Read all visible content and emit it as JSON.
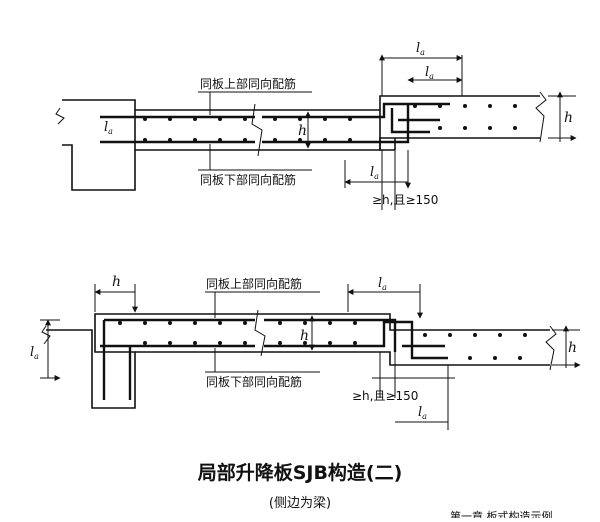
{
  "title": "局部升降板SJB构造(二)",
  "subtitle": "(侧边为梁)",
  "top_detail": {
    "upper_rebar_label": "同板上部同向配筋",
    "lower_rebar_label": "同板下部同向配筋",
    "la_top_1": "l",
    "la_top_1_sub": "a",
    "la_top_2": "l",
    "la_top_2_sub": "a",
    "la_left": "l",
    "la_left_sub": "a",
    "h_mid": "h",
    "h_right": "h",
    "la_below": "l",
    "la_below_sub": "a",
    "condition": "≥h,且≥150"
  },
  "bottom_detail": {
    "upper_rebar_label": "同板上部同向配筋",
    "lower_rebar_label": "同板下部同向配筋",
    "h_top": "h",
    "la_top": "l",
    "la_top_sub": "a",
    "la_left": "l",
    "la_left_sub": "a",
    "h_mid": "h",
    "h_right": "h",
    "la_below": "l",
    "la_below_sub": "a",
    "condition": "≥h,且≥150"
  },
  "footer_fragment": "第一章 板式构造示例"
}
